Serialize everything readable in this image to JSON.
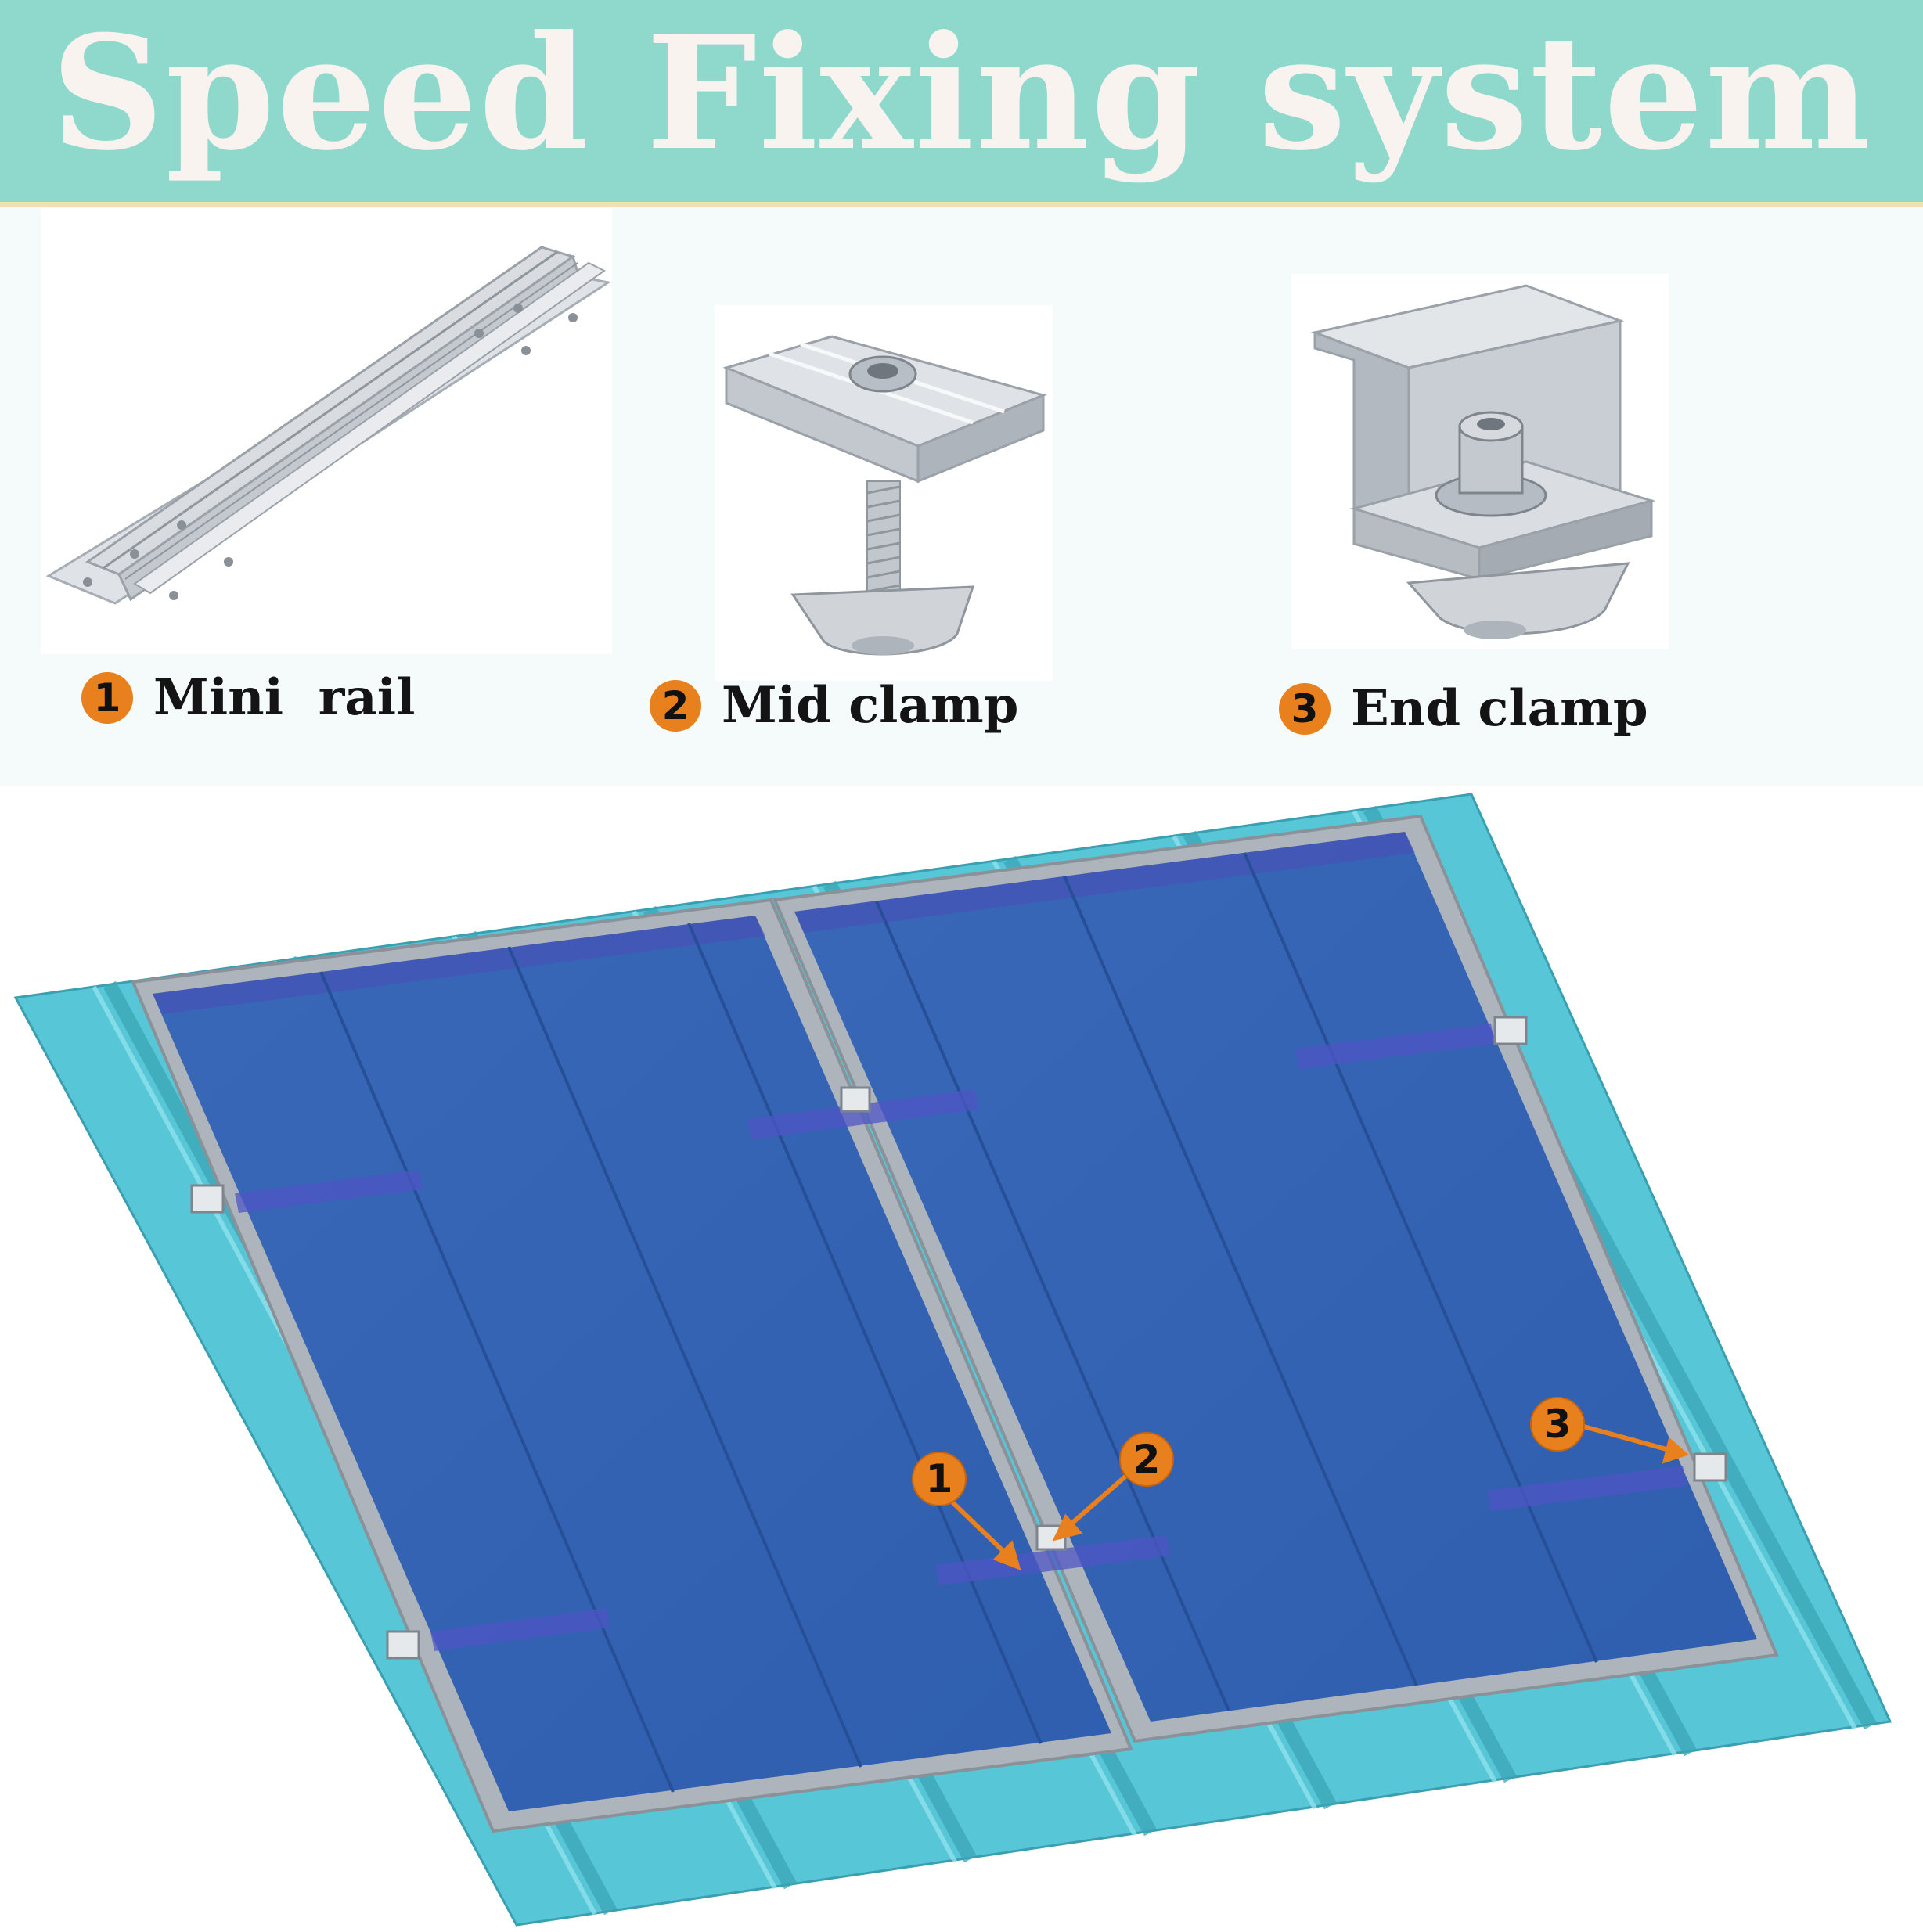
{
  "banner": {
    "title": "Speed Fixing system"
  },
  "products": [
    {
      "number": "1",
      "label": "Mini  rail"
    },
    {
      "number": "2",
      "label": "Mid clamp"
    },
    {
      "number": "3",
      "label": "End clamp"
    }
  ],
  "callouts": [
    {
      "number": "1"
    },
    {
      "number": "2"
    },
    {
      "number": "3"
    }
  ],
  "colors": {
    "banner": "#8fd9cc",
    "banner_text": "#f8f3ee",
    "badge": "#e9801e",
    "roof": "#55c7d6",
    "panel": "#3163b3",
    "aluminium": "#c9ced4"
  }
}
